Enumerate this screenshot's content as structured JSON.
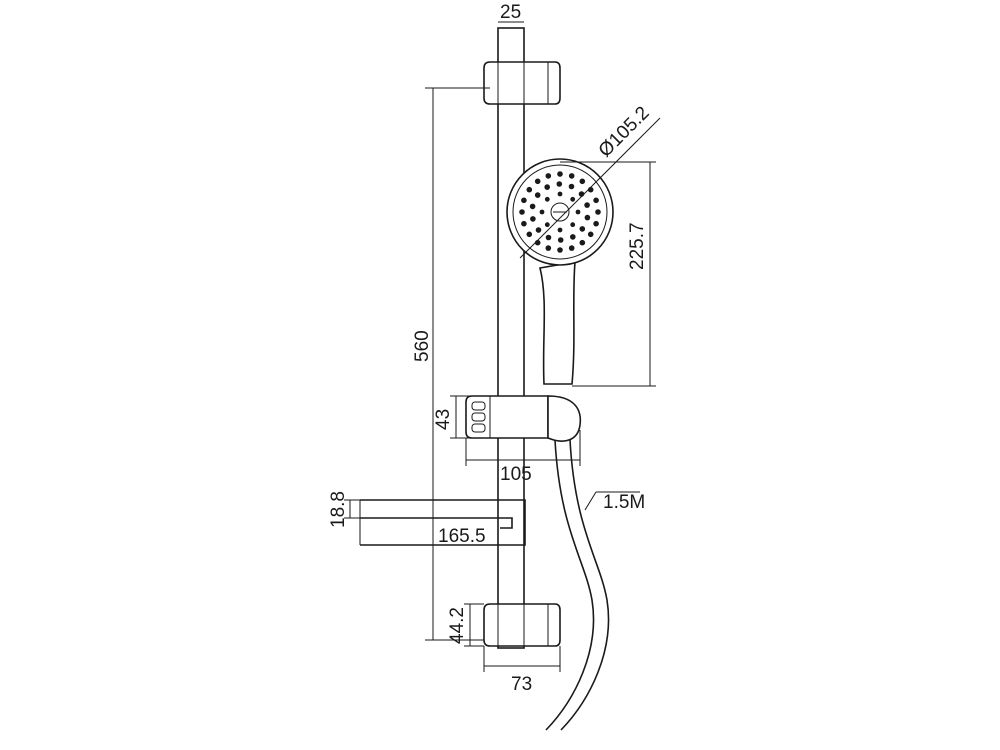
{
  "dimensions": {
    "bar_width": "25",
    "head_diameter": "Ø105.2",
    "head_height": "225.7",
    "bar_length": "560",
    "holder_height": "43",
    "holder_depth": "105",
    "hose_length": "1.5M",
    "soap_dish_height": "18.8",
    "soap_dish_depth": "165.5",
    "bracket_height": "44.2",
    "bracket_depth": "73"
  }
}
